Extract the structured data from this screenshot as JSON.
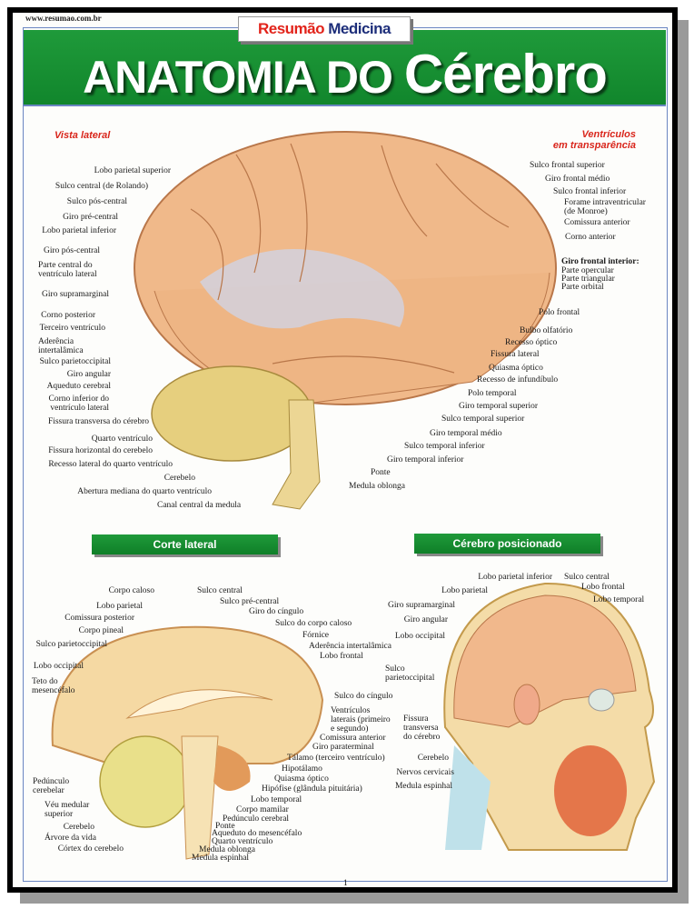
{
  "header": {
    "url": "www.resumao.com.br",
    "brand_part1": "Resumão",
    "brand_part2": "Medicina",
    "title_part1": "ANATOMIA DO",
    "title_part2": "Cérebro"
  },
  "lateral": {
    "caption_left": "Vista lateral",
    "caption_right_1": "Ventrículos",
    "caption_right_2": "em transparência",
    "left_labels": [
      "Lobo parietal superior",
      "Sulco central (de Rolando)",
      "Sulco pós-central",
      "Giro pré-central",
      "Lobo parietal inferior",
      "Giro pós-central",
      "Parte central do\nventrículo lateral",
      "Giro supramarginal",
      "Corno posterior",
      "Terceiro ventrículo",
      "Aderência\nintertalâmica",
      "Sulco parietoccipital",
      "Giro angular",
      "Aqueduto cerebral",
      "Corno inferior do\nventrículo lateral",
      "Fissura transversa do cérebro",
      "Quarto ventrículo",
      "Fissura horizontal do cerebelo",
      "Recesso lateral do quarto ventrículo",
      "Cerebelo",
      "Abertura mediana do quarto ventrículo",
      "Canal central da medula"
    ],
    "right_labels": [
      "Sulco frontal superior",
      "Giro frontal médio",
      "Sulco frontal inferior",
      "Forame intraventricular\n(de Monroe)",
      "Comissura anterior",
      "Corno anterior",
      "Giro frontal interior:",
      "Parte opercular",
      "Parte triangular",
      "Parte orbital",
      "Polo frontal",
      "Bulbo olfatório",
      "Recesso óptico",
      "Fissura lateral",
      "Quiasma óptico",
      "Recesso de infundíbulo",
      "Polo temporal",
      "Giro temporal superior",
      "Sulco temporal superior",
      "Giro temporal médio",
      "Sulco temporal inferior",
      "Giro temporal inferior",
      "Ponte",
      "Medula oblonga"
    ]
  },
  "sagittal": {
    "section_title": "Corte lateral",
    "left_labels": [
      "Corpo caloso",
      "Lobo parietal",
      "Comissura posterior",
      "Corpo pineal",
      "Sulco parietoccipital",
      "Lobo occipital",
      "Teto do\nmesencéfalo",
      "Pedúnculo\ncerebelar",
      "Véu medular\nsuperior",
      "Cerebelo",
      "Árvore da vida",
      "Córtex do cerebelo"
    ],
    "right_labels": [
      "Sulco central",
      "Sulco pré-central",
      "Giro do cíngulo",
      "Sulco do corpo caloso",
      "Fórnice",
      "Aderência intertalâmica",
      "Lobo frontal",
      "Sulco do cíngulo",
      "Ventrículos\nlaterais (primeiro\ne segundo)",
      "Comissura anterior",
      "Giro paraterminal",
      "Tálamo (terceiro ventrículo)",
      "Hipotálamo",
      "Quiasma óptico",
      "Hipófise (glândula pituitária)",
      "Lobo temporal",
      "Corpo mamilar",
      "Pedúnculo cerebral",
      "Ponte",
      "Aqueduto do mesencéfalo",
      "Quarto ventrículo",
      "Medula oblonga",
      "Medula espinhal"
    ]
  },
  "positioned": {
    "section_title": "Cérebro posicionado",
    "labels": [
      "Lobo parietal inferior",
      "Sulco central",
      "Lobo parietal",
      "Lobo frontal",
      "Lobo temporal",
      "Giro supramarginal",
      "Giro angular",
      "Lobo occipital",
      "Sulco\nparietoccipital",
      "Fissura\ntransversa\ndo cérebro",
      "Cerebelo",
      "Nervos cervicais",
      "Medula espinhal"
    ]
  },
  "footer": {
    "page_number": "1"
  },
  "colors": {
    "green": "#1a9436",
    "red": "#d9261c",
    "brain": "#f0b98a",
    "cerebellum": "#e6cf7e"
  }
}
